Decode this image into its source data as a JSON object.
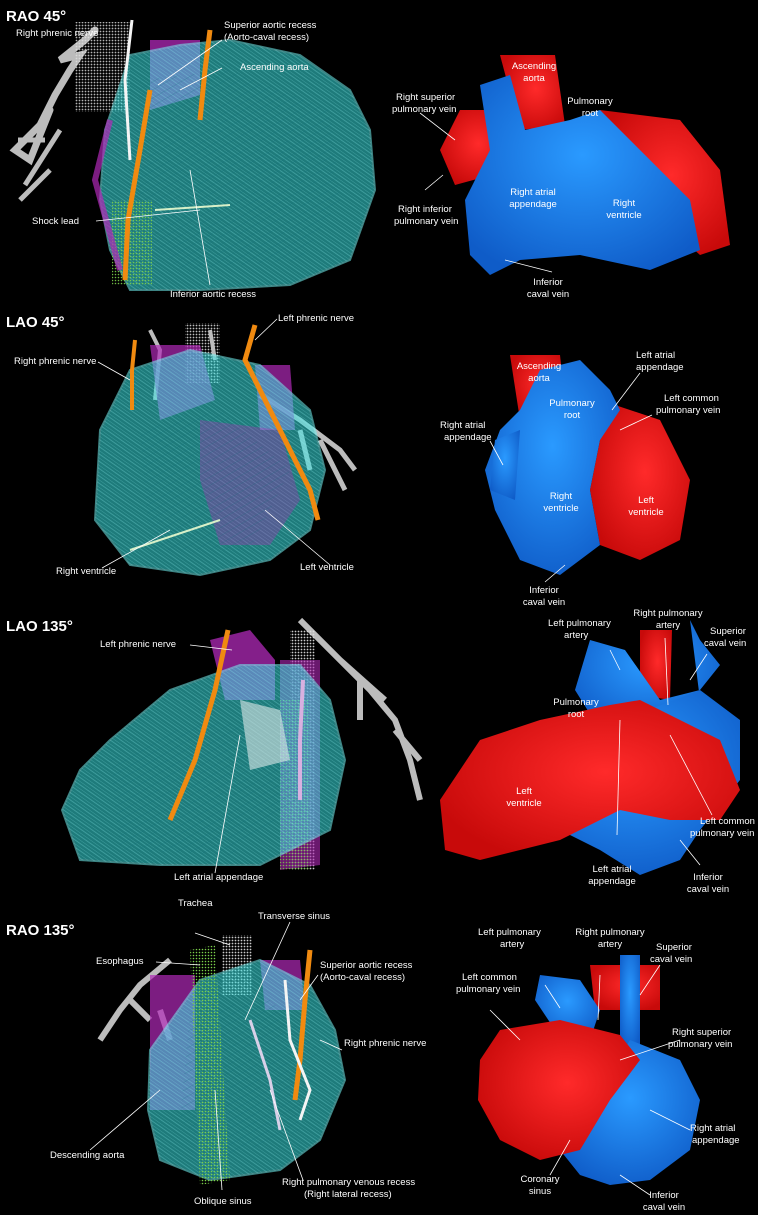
{
  "panels": [
    {
      "title": "RAO 45°",
      "left_labels": {
        "right_phrenic_nerve": "Right phrenic nerve",
        "superior_aortic_recess": "Superior aortic recess",
        "aorto_caval_recess": "(Aorto-caval recess)",
        "ascending_aorta": "Ascending aorta",
        "shock_lead": "Shock lead",
        "inferior_aortic_recess": "Inferior aortic recess"
      },
      "right_labels": {
        "ascending_aorta_1": "Ascending",
        "ascending_aorta_2": "aorta",
        "pulmonary_root_1": "Pulmonary",
        "pulmonary_root_2": "root",
        "rspv_1": "Right superior",
        "rspv_2": "pulmonary vein",
        "ripv_1": "Right inferior",
        "ripv_2": "pulmonary vein",
        "raa_1": "Right atrial",
        "raa_2": "appendage",
        "rv_1": "Right",
        "rv_2": "ventricle",
        "icv_1": "Inferior",
        "icv_2": "caval vein"
      }
    },
    {
      "title": "LAO 45°",
      "left_labels": {
        "left_phrenic_nerve": "Left phrenic nerve",
        "right_phrenic_nerve": "Right phrenic nerve",
        "right_ventricle": "Right ventricle",
        "left_ventricle": "Left ventricle"
      },
      "right_labels": {
        "ascending_aorta_1": "Ascending",
        "ascending_aorta_2": "aorta",
        "laa_1": "Left atrial",
        "laa_2": "appendage",
        "lcpv_1": "Left common",
        "lcpv_2": "pulmonary vein",
        "pulmonary_root_1": "Pulmonary",
        "pulmonary_root_2": "root",
        "raa_1": "Right atrial",
        "raa_2": "appendage",
        "rv_1": "Right",
        "rv_2": "ventricle",
        "lv_1": "Left",
        "lv_2": "ventricle",
        "icv_1": "Inferior",
        "icv_2": "caval vein"
      }
    },
    {
      "title": "LAO 135°",
      "left_labels": {
        "left_phrenic_nerve": "Left phrenic nerve",
        "left_atrial_appendage": "Left atrial appendage"
      },
      "right_labels": {
        "rpa_1": "Right pulmonary",
        "rpa_2": "artery",
        "lpa_1": "Left pulmonary",
        "lpa_2": "artery",
        "scv_1": "Superior",
        "scv_2": "caval vein",
        "pulmonary_root_1": "Pulmonary",
        "pulmonary_root_2": "root",
        "lv_1": "Left",
        "lv_2": "ventricle",
        "lcpv_1": "Left common",
        "lcpv_2": "pulmonary vein",
        "laa_1": "Left atrial",
        "laa_2": "appendage",
        "icv_1": "Inferior",
        "icv_2": "caval vein"
      }
    },
    {
      "title": "RAO 135°",
      "left_labels": {
        "trachea": "Trachea",
        "transverse_sinus": "Transverse sinus",
        "esophagus": "Esophagus",
        "superior_aortic_recess": "Superior aortic recess",
        "aorto_caval_recess": "(Aorto-caval recess)",
        "right_phrenic_nerve": "Right phrenic nerve",
        "descending_aorta": "Descending aorta",
        "rpvr": "Right pulmonary venous recess",
        "right_lateral_recess": "(Right lateral recess)",
        "oblique_sinus": "Oblique sinus"
      },
      "right_labels": {
        "lpa_1": "Left pulmonary",
        "lpa_2": "artery",
        "rpa_1": "Right pulmonary",
        "rpa_2": "artery",
        "scv_1": "Superior",
        "scv_2": "caval vein",
        "lcpv_1": "Left common",
        "lcpv_2": "pulmonary vein",
        "rspv_1": "Right superior",
        "rspv_2": "pulmonary vein",
        "raa_1": "Right atrial",
        "raa_2": "appendage",
        "cs_1": "Coronary",
        "cs_2": "sinus",
        "icv_1": "Inferior",
        "icv_2": "caval vein"
      }
    }
  ],
  "colors": {
    "background": "#000000",
    "mesh_cyan": "#38e0e0",
    "magenta": "#b02ab8",
    "orange_lead": "#f08a10",
    "trachea_gray": "#c8c8c8",
    "esophagus_green": "#3c8c28",
    "arterial_red": "#ff1a1a",
    "venous_blue": "#1a7fff"
  }
}
